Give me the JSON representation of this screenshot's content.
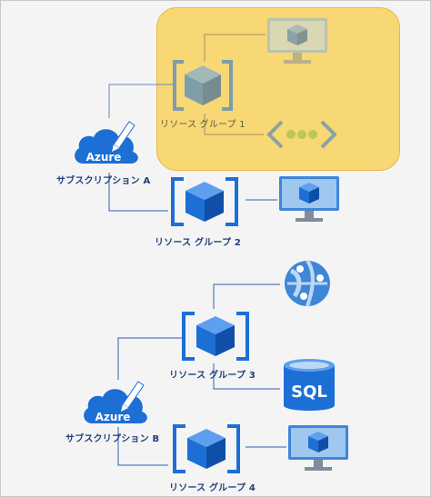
{
  "subscriptions": [
    {
      "label": "サブスクリプション A",
      "icon_text": "Azure"
    },
    {
      "label": "サブスクリプション B",
      "icon_text": "Azure"
    }
  ],
  "resource_groups": [
    {
      "label": "リソース グループ 1",
      "highlighted": true
    },
    {
      "label": "リソース グループ 2",
      "highlighted": false
    },
    {
      "label": "リソース グループ 3",
      "highlighted": false
    },
    {
      "label": "リソース グループ 4",
      "highlighted": false
    }
  ],
  "resources": [
    {
      "group": 1,
      "icon": "virtual-machine-icon"
    },
    {
      "group": 1,
      "icon": "api-management-icon"
    },
    {
      "group": 2,
      "icon": "virtual-machine-icon"
    },
    {
      "group": 3,
      "icon": "web-app-icon"
    },
    {
      "group": 3,
      "icon": "sql-database-icon",
      "text": "SQL"
    },
    {
      "group": 4,
      "icon": "virtual-machine-icon"
    }
  ],
  "colors": {
    "azure_blue": "#1c6fd4",
    "highlight_fill": "#f8d775",
    "connector": "#2b5fb3",
    "label_text": "#1f3f7a"
  }
}
